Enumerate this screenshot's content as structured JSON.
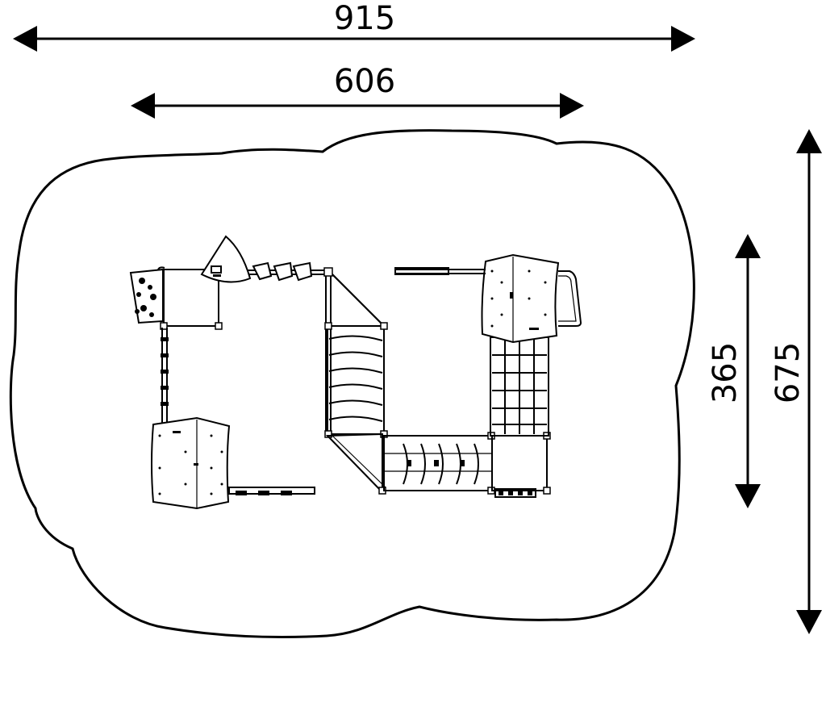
{
  "dimensions": {
    "overall_width": "915",
    "structure_width": "606",
    "structure_depth": "365",
    "overall_depth": "675"
  }
}
